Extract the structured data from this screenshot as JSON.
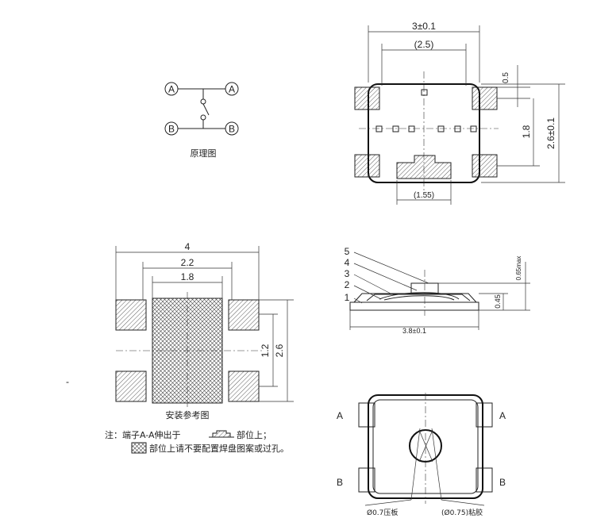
{
  "schematic": {
    "pin_a_left": "A",
    "pin_a_right": "A",
    "pin_b_left": "B",
    "pin_b_right": "B",
    "caption": "原理图"
  },
  "top_view": {
    "dim_width": "3±0.1",
    "dim_inner": "(2.5)",
    "dim_pad": "0.5",
    "dim_pitch": "1.8",
    "dim_height": "2.6±0.1",
    "dim_center_pad": "(1.55)"
  },
  "footprint": {
    "dim_total": "4",
    "dim_mid": "2.2",
    "dim_inner": "1.8",
    "dim_pitch": "1.2",
    "dim_height": "2.6",
    "caption": "安装参考图",
    "note_line1_a": "注：端子A-A伸出于",
    "note_line1_b": "部位上；",
    "note_line2": "部位上请不要配置焊盘图案或过孔。"
  },
  "side_view": {
    "labels": [
      "5",
      "4",
      "3",
      "2",
      "1"
    ],
    "dim_height": "0.65max",
    "dim_body": "0.45",
    "dim_length": "3.8±0.1"
  },
  "bottom_view": {
    "pin_a_left": "A",
    "pin_a_right": "A",
    "pin_b_left": "B",
    "pin_b_right": "B",
    "leader_1": "Ø0.7压板",
    "leader_2": "(Ø0.75)粘胶"
  },
  "stray_mark": "-"
}
